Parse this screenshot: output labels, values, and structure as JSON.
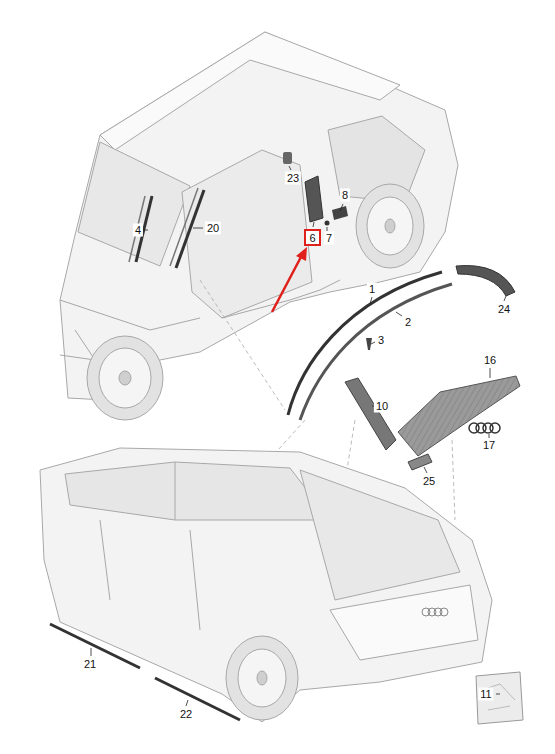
{
  "diagram": {
    "nodes": [
      {
        "text": [
          "6"
        ]
      }
    ],
    "labels": [
      "23",
      "8",
      "4",
      "20",
      "7",
      "1",
      "2",
      "24",
      "3",
      "16",
      "10",
      "17",
      "25",
      "21",
      "22",
      "11"
    ]
  }
}
